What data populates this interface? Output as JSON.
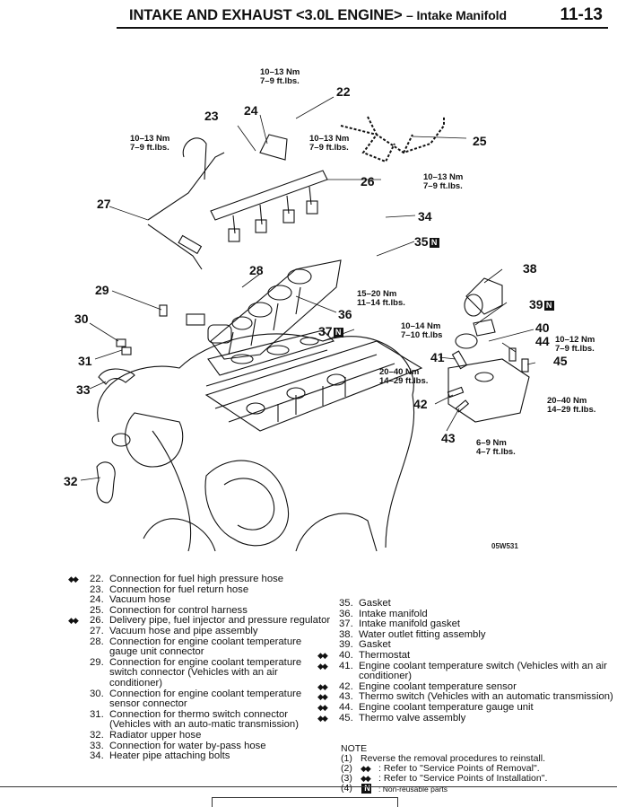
{
  "header": {
    "title": "INTAKE AND EXHAUST <3.0L ENGINE>",
    "subtitle": "– Intake Manifold",
    "page": "11-13"
  },
  "colors": {
    "ink": "#111111",
    "paper": "#ffffff"
  },
  "diagram": {
    "figure_code": "05W531",
    "callouts": [
      {
        "id": "22",
        "label": "22"
      },
      {
        "id": "23",
        "label": "23"
      },
      {
        "id": "24",
        "label": "24"
      },
      {
        "id": "25",
        "label": "25"
      },
      {
        "id": "26",
        "label": "26"
      },
      {
        "id": "27",
        "label": "27"
      },
      {
        "id": "28",
        "label": "28"
      },
      {
        "id": "29",
        "label": "29"
      },
      {
        "id": "30",
        "label": "30"
      },
      {
        "id": "31",
        "label": "31"
      },
      {
        "id": "32",
        "label": "32"
      },
      {
        "id": "33",
        "label": "33"
      },
      {
        "id": "34",
        "label": "34"
      },
      {
        "id": "35",
        "label": "35",
        "non_reusable": true
      },
      {
        "id": "36",
        "label": "36"
      },
      {
        "id": "37",
        "label": "37",
        "non_reusable": true
      },
      {
        "id": "38",
        "label": "38"
      },
      {
        "id": "39",
        "label": "39",
        "non_reusable": true
      },
      {
        "id": "40",
        "label": "40"
      },
      {
        "id": "41",
        "label": "41"
      },
      {
        "id": "42",
        "label": "42"
      },
      {
        "id": "43",
        "label": "43"
      },
      {
        "id": "44",
        "label": "44"
      },
      {
        "id": "45",
        "label": "45"
      }
    ],
    "n_badge": "N",
    "torques": [
      {
        "nm": "10–13 Nm",
        "ftlbs": "7–9 ft.lbs."
      },
      {
        "nm": "10–13 Nm",
        "ftlbs": "7–9 ft.lbs."
      },
      {
        "nm": "10–13 Nm",
        "ftlbs": "7–9 ft.lbs."
      },
      {
        "nm": "10–13 Nm",
        "ftlbs": "7–9 ft.lbs."
      },
      {
        "nm": "15–20 Nm",
        "ftlbs": "11–14 ft.lbs."
      },
      {
        "nm": "10–14 Nm",
        "ftlbs": "7–10 ft.lbs"
      },
      {
        "nm": "10–12 Nm",
        "ftlbs": "7–9 ft.lbs."
      },
      {
        "nm": "20–40 Nm",
        "ftlbs": "14–29 ft.lbs."
      },
      {
        "nm": "20–40 Nm",
        "ftlbs": "14–29 ft.lbs."
      },
      {
        "nm": "6–9 Nm",
        "ftlbs": "4–7 ft.lbs."
      }
    ]
  },
  "legend": {
    "removal_mark": "◆◆",
    "install_mark": "◆◆",
    "left": [
      {
        "num": "22.",
        "text": "Connection for fuel high pressure hose",
        "mark": "removal"
      },
      {
        "num": "23.",
        "text": "Connection for fuel return hose"
      },
      {
        "num": "24.",
        "text": "Vacuum hose"
      },
      {
        "num": "25.",
        "text": "Connection for control harness"
      },
      {
        "num": "26.",
        "text": "Delivery pipe, fuel injector and pressure regulator",
        "mark": "removal"
      },
      {
        "num": "27.",
        "text": "Vacuum hose and pipe assembly"
      },
      {
        "num": "28.",
        "text": "Connection for engine coolant temperature gauge unit connector"
      },
      {
        "num": "29.",
        "text": "Connection for engine coolant temperature switch connector (Vehicles with an air conditioner)"
      },
      {
        "num": "30.",
        "text": "Connection for engine coolant temperature sensor connector"
      },
      {
        "num": "31.",
        "text": "Connection for thermo switch connector (Vehicles with an auto-matic transmission)"
      },
      {
        "num": "32.",
        "text": "Radiator upper hose"
      },
      {
        "num": "33.",
        "text": "Connection for water by-pass hose"
      },
      {
        "num": "34.",
        "text": "Heater pipe attaching bolts"
      }
    ],
    "right": [
      {
        "num": "35.",
        "text": "Gasket"
      },
      {
        "num": "36.",
        "text": "Intake manifold"
      },
      {
        "num": "37.",
        "text": "Intake manifold gasket"
      },
      {
        "num": "38.",
        "text": "Water outlet fitting assembly"
      },
      {
        "num": "39.",
        "text": "Gasket"
      },
      {
        "num": "40.",
        "text": "Thermostat",
        "mark": "install"
      },
      {
        "num": "41.",
        "text": "Engine coolant temperature switch (Vehicles with an air conditioner)",
        "mark": "install"
      },
      {
        "num": "42.",
        "text": "Engine coolant temperature sensor",
        "mark": "install"
      },
      {
        "num": "43.",
        "text": "Thermo switch (Vehicles with an automatic transmission)",
        "mark": "install"
      },
      {
        "num": "44.",
        "text": "Engine coolant temperature gauge unit",
        "mark": "install"
      },
      {
        "num": "45.",
        "text": "Thermo valve assembly",
        "mark": "install"
      }
    ]
  },
  "note": {
    "title": "NOTE",
    "items": [
      {
        "num": "(1)",
        "text": "Reverse the removal procedures to reinstall."
      },
      {
        "num": "(2)",
        "symbol": "◆◆",
        "text": ": Refer to \"Service Points of Removal\"."
      },
      {
        "num": "(3)",
        "symbol": "◆◆",
        "text": ": Refer to \"Service Points of Installation\"."
      },
      {
        "num": "(4)",
        "symbol": "N",
        "text": ": Non-reusable parts"
      }
    ]
  }
}
